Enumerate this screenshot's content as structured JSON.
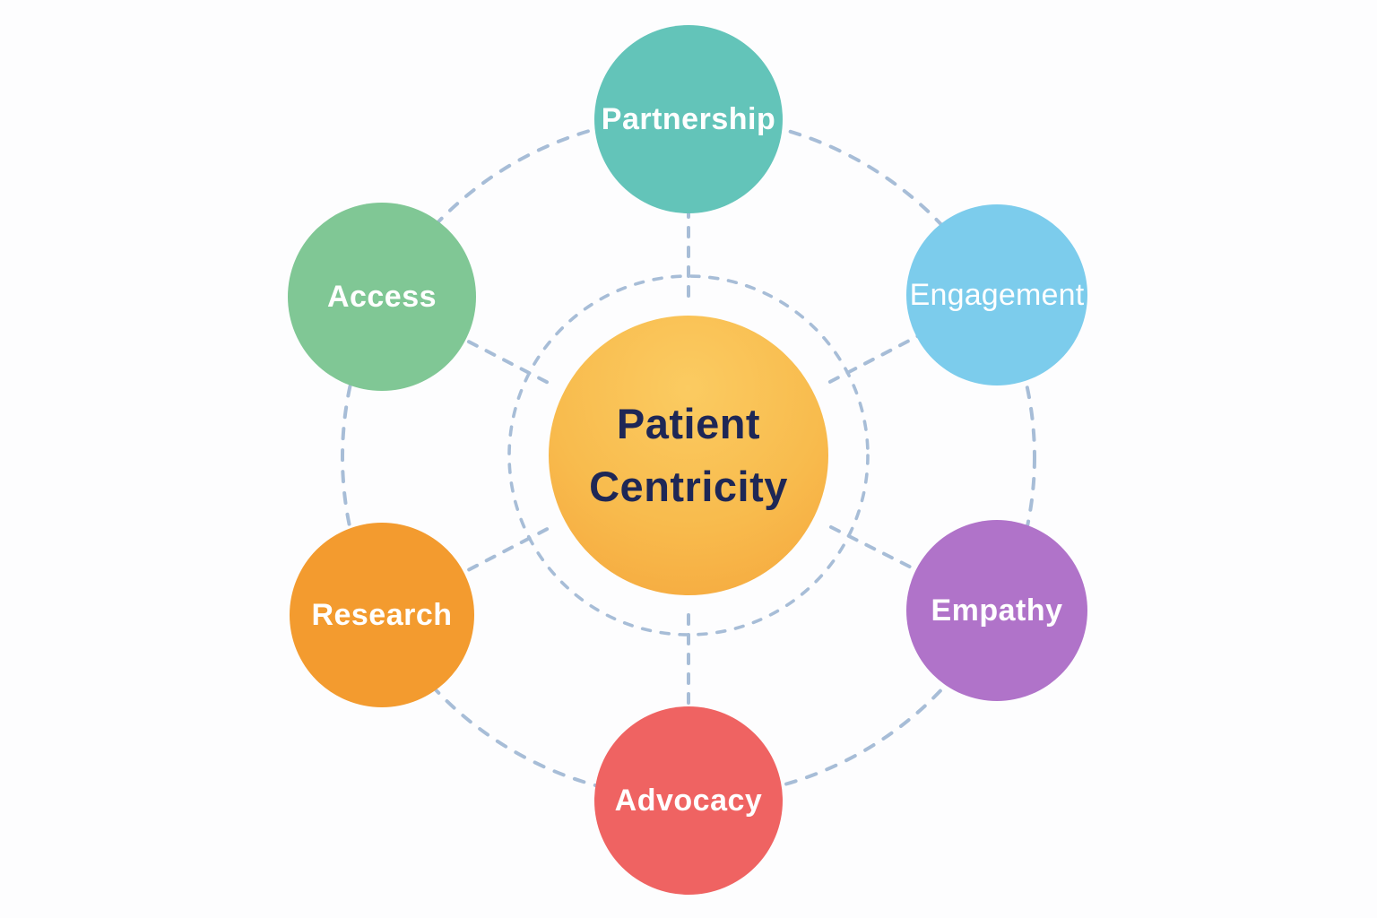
{
  "diagram": {
    "center": {
      "label_line1": "Patient",
      "label_line2": "Centricity"
    },
    "nodes": [
      {
        "id": "partnership",
        "label": "Partnership"
      },
      {
        "id": "engagement",
        "label": "Engagement"
      },
      {
        "id": "access",
        "label": "Access"
      },
      {
        "id": "research",
        "label": "Research"
      },
      {
        "id": "empathy",
        "label": "Empathy"
      },
      {
        "id": "advocacy",
        "label": "Advocacy"
      }
    ],
    "colors": {
      "partnership": "#63C4B9",
      "engagement": "#7CCCEC",
      "access": "#80C795",
      "research": "#F39B2F",
      "empathy": "#B073C9",
      "advocacy": "#EF6362",
      "center-top": "#FBCB61",
      "center-edge": "#F5A63C",
      "center-text": "#1E2756",
      "connector": "#A7BDD7",
      "label-text": "#FFFFFF",
      "background": "#FDFDFE"
    }
  }
}
